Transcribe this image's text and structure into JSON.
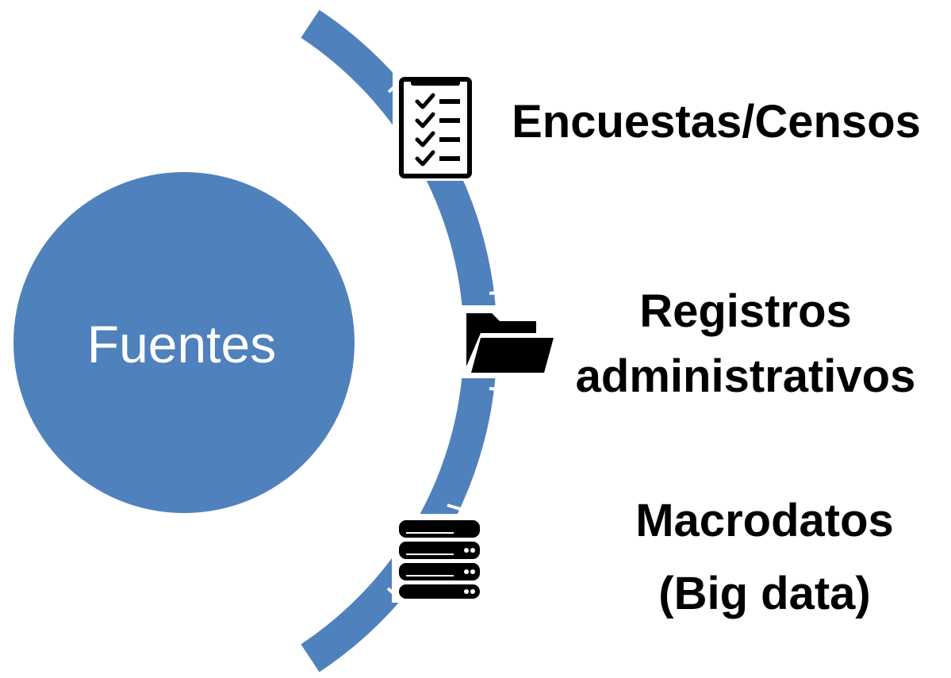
{
  "center": {
    "label": "Fuentes",
    "color": "#4f81bd"
  },
  "arc": {
    "color": "#4f81bd",
    "separator_color": "#ffffff"
  },
  "items": [
    {
      "icon": "survey-checklist-icon",
      "lines": [
        "Encuestas/Censos"
      ]
    },
    {
      "icon": "folder-icon",
      "lines": [
        "Registros",
        "administrativos"
      ]
    },
    {
      "icon": "database-server-icon",
      "lines": [
        "Macrodatos",
        "(Big data)"
      ]
    }
  ]
}
